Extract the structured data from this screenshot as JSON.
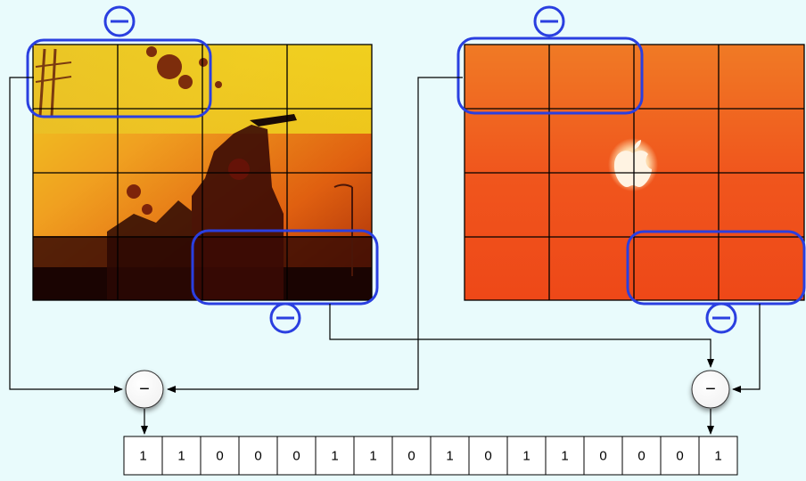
{
  "diagram": {
    "minus_symbol": "−",
    "bit_sequence": [
      "1",
      "1",
      "0",
      "0",
      "0",
      "1",
      "1",
      "0",
      "1",
      "0",
      "1",
      "1",
      "0",
      "0",
      "0",
      "1"
    ],
    "colors": {
      "background": "#e9fbfc",
      "highlight": "#2a3fe0",
      "grid": "#000000",
      "arrow": "#000000"
    },
    "images": [
      {
        "subject": "orange-yellow grunge city silhouette",
        "grid": "4x4"
      },
      {
        "subject": "red-orange textured wall with white apple logo",
        "grid": "4x4"
      }
    ]
  }
}
